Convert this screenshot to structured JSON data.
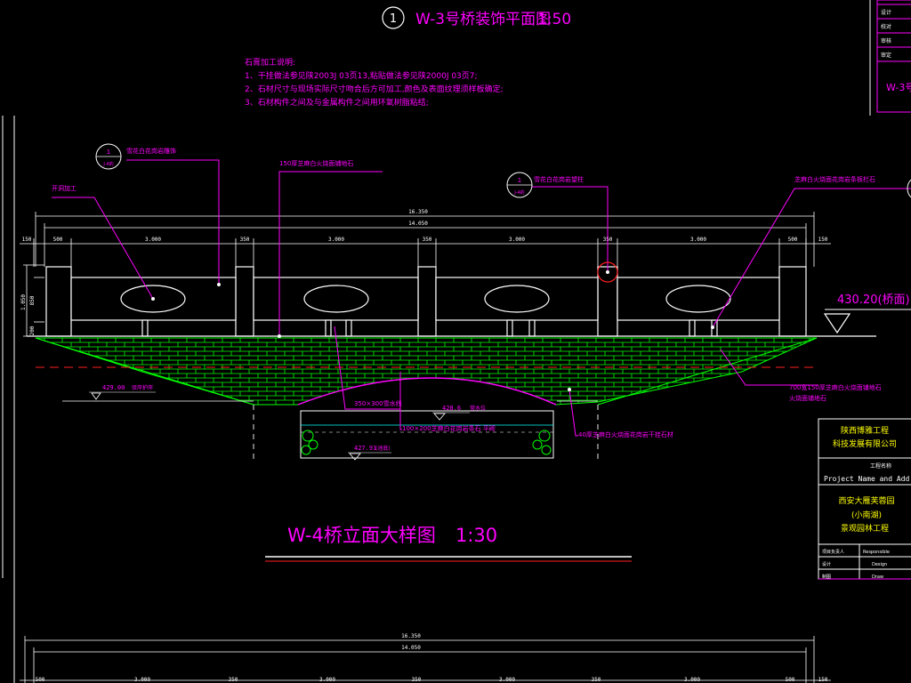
{
  "drawing": {
    "top_title": "W-3号桥装饰平面图",
    "top_title_number": "1",
    "top_scale": "1:50",
    "main_title": "W-4桥立面大样图",
    "main_scale": "1:30"
  },
  "notes": {
    "heading": "石膏加工说明:",
    "lines": [
      "1、干挂做法参见陕2003J 03页13,粘贴做法参见陕2000J 03页7;",
      "2、石材尺寸与现场实际尺寸吻合后方可加工,颜色及表面纹理须样板确定;",
      "3、石材构件之间及与金属构件之间用环氧树脂粘结;"
    ]
  },
  "dimensions": {
    "overall": "16.350",
    "inner": "14.050",
    "segments": [
      "150",
      "500",
      "3.000",
      "350",
      "3.000",
      "350",
      "3.000",
      "350",
      "3.000",
      "500",
      "150"
    ],
    "heights": [
      "1.050",
      "850",
      "200"
    ],
    "bottom_overall": "16.350",
    "bottom_inner": "14.050",
    "bottom_segments": [
      "500",
      "3.000",
      "350",
      "3.000",
      "350",
      "3.000",
      "350",
      "3.000",
      "500",
      "150"
    ]
  },
  "callouts": {
    "circle_1_top": "1",
    "circle_1_bottom": "J-4的",
    "label_1": "雪花白花岗岩雕饰",
    "label_2": "开洞加工",
    "label_3": "150厚芝麻白火烧面铺地石",
    "circle_2_top": "1",
    "circle_2_bottom": "J-4的",
    "label_4": "雪花白花岗岩望柱",
    "label_5": "芝麻白火烧面花岗岩条板栏石",
    "label_6": "700宽150厚芝麻白火烧面铺地石",
    "label_7": "350×300雪水线",
    "label_8": "100×200芝麻白花岗岩条石 平砌",
    "label_9": "40厚芝麻白火烧面花岗岩干挂石材",
    "bridge_level": "430.20(桥面)",
    "level_1": "429.00",
    "level_1_note": "驳岸护岸",
    "level_2": "428.6",
    "level_2_note": "常水位",
    "level_3": "427.91",
    "level_3_note": "(池底)"
  },
  "title_block_top": {
    "rows": [
      "设计",
      "校对",
      "审核",
      "审定"
    ],
    "caption": "W-3号"
  },
  "title_block": {
    "company_1": "陕西博雅工程",
    "company_2": "科技发展有限公司",
    "project_label": "工程名称",
    "project_en": "Project Name and Add",
    "project_1": "西安大雁芙蓉园",
    "project_2": "(小南湖)",
    "project_3": "景观园林工程",
    "row_1_label": "项目负责人",
    "row_1_value": "Responsible",
    "row_2_label": "设计",
    "row_2_value": "Design",
    "row_3_label": "制图",
    "row_3_value": "Draw"
  },
  "colors": {
    "magenta": "#ff00ff",
    "white": "#ffffff",
    "green": "#00ff00",
    "cyan": "#00ffff",
    "red": "#ff2020",
    "yellow": "#ffff00"
  }
}
